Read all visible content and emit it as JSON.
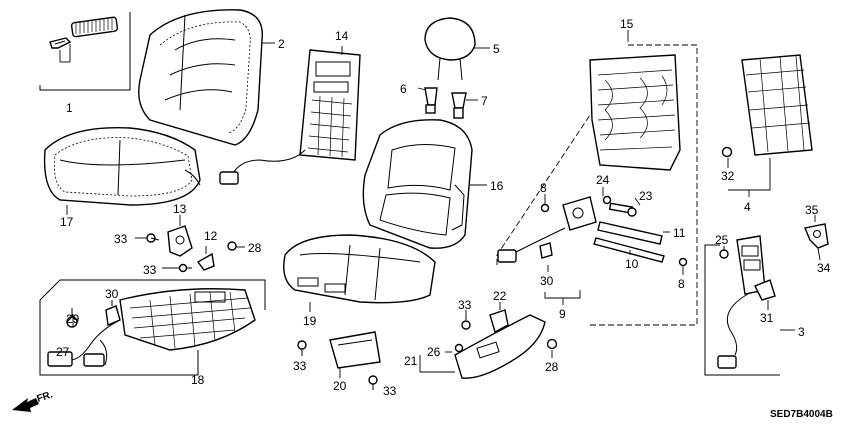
{
  "diagram_code": "SED7B4004B",
  "direction_label": "FR.",
  "callouts": [
    "1",
    "2",
    "3",
    "4",
    "5",
    "6",
    "7",
    "8",
    "8",
    "9",
    "10",
    "11",
    "12",
    "13",
    "14",
    "15",
    "16",
    "17",
    "18",
    "19",
    "20",
    "21",
    "22",
    "23",
    "24",
    "25",
    "26",
    "27",
    "28",
    "28",
    "28",
    "29",
    "30",
    "30",
    "31",
    "32",
    "33",
    "33",
    "33",
    "33",
    "33",
    "34",
    "35"
  ]
}
